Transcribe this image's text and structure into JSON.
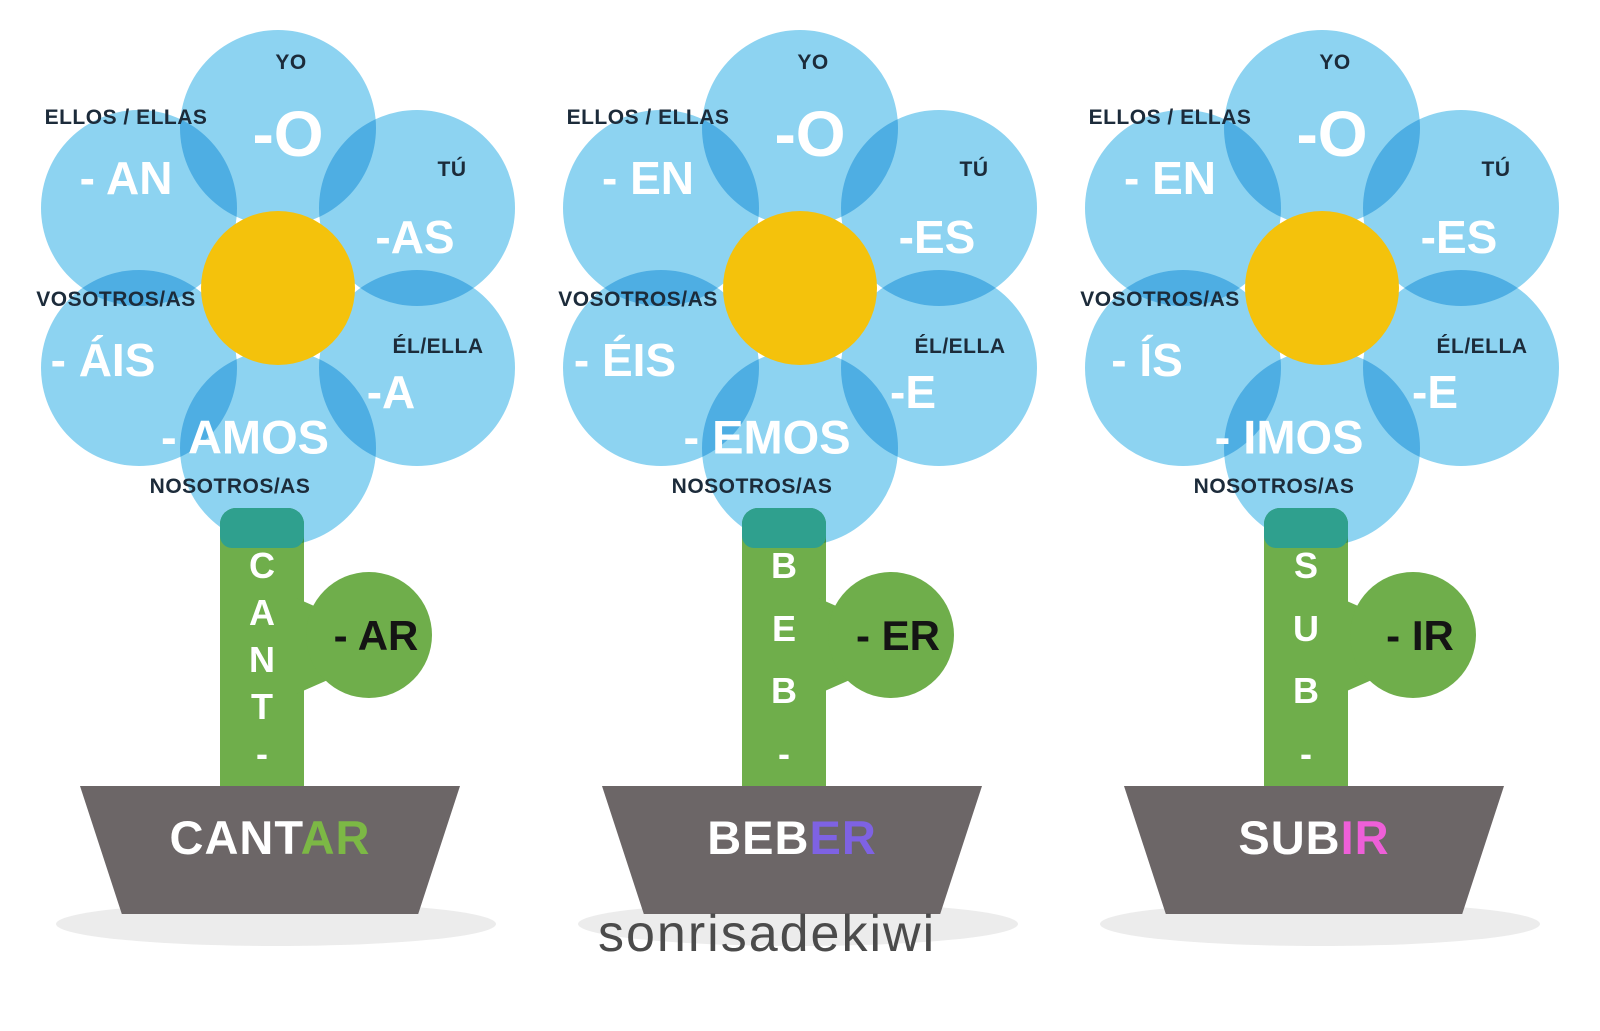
{
  "watermark": "sonrisadekiwi",
  "colors": {
    "petal_blue": "#8dd3f1",
    "petal_overlap_blue": "#4eafe4",
    "flower_center_yellow": "#f4c20c",
    "stem_green": "#6fae4b",
    "stem_cap_teal": "#2fa08e",
    "pot_gray": "#6c6667",
    "suffix_ar_green": "#7cb845",
    "suffix_er_purple": "#7e62e3",
    "suffix_ir_pink": "#ee5fd8",
    "pronoun_text": "#1c2b3a",
    "ending_text": "#ffffff",
    "shadow_gray": "#ececec"
  },
  "flowers": [
    {
      "id": "cantar",
      "petals": [
        {
          "pronoun": "YO",
          "ending": "-O"
        },
        {
          "pronoun": "TÚ",
          "ending": "-AS"
        },
        {
          "pronoun": "ÉL/ELLA",
          "ending": "-A"
        },
        {
          "pronoun": "NOSOTROS/AS",
          "ending": "- AMOS"
        },
        {
          "pronoun": "VOSOTROS/AS",
          "ending": "- ÁIS"
        },
        {
          "pronoun": "ELLOS / ELLAS",
          "ending": "- AN"
        }
      ],
      "stem_letters": [
        "C",
        "A",
        "N",
        "T",
        "-"
      ],
      "leaf_label": "- AR",
      "pot": {
        "stem": "CANT",
        "suffix": "AR",
        "suffix_color": "#7cb845"
      }
    },
    {
      "id": "beber",
      "petals": [
        {
          "pronoun": "YO",
          "ending": "-O"
        },
        {
          "pronoun": "TÚ",
          "ending": "-ES"
        },
        {
          "pronoun": "ÉL/ELLA",
          "ending": "-E"
        },
        {
          "pronoun": "NOSOTROS/AS",
          "ending": "- EMOS"
        },
        {
          "pronoun": "VOSOTROS/AS",
          "ending": "- ÉIS"
        },
        {
          "pronoun": "ELLOS / ELLAS",
          "ending": "- EN"
        }
      ],
      "stem_letters": [
        "B",
        "E",
        "B",
        "-"
      ],
      "leaf_label": "- ER",
      "pot": {
        "stem": "BEB",
        "suffix": "ER",
        "suffix_color": "#7e62e3"
      }
    },
    {
      "id": "subir",
      "petals": [
        {
          "pronoun": "YO",
          "ending": "-O"
        },
        {
          "pronoun": "TÚ",
          "ending": "-ES"
        },
        {
          "pronoun": "ÉL/ELLA",
          "ending": "-E"
        },
        {
          "pronoun": "NOSOTROS/AS",
          "ending": "- IMOS"
        },
        {
          "pronoun": "VOSOTROS/AS",
          "ending": "- ÍS"
        },
        {
          "pronoun": "ELLOS / ELLAS",
          "ending": "- EN"
        }
      ],
      "stem_letters": [
        "S",
        "U",
        "B",
        "-"
      ],
      "leaf_label": "- IR",
      "pot": {
        "stem": "SUB",
        "suffix": "IR",
        "suffix_color": "#ee5fd8"
      }
    }
  ]
}
